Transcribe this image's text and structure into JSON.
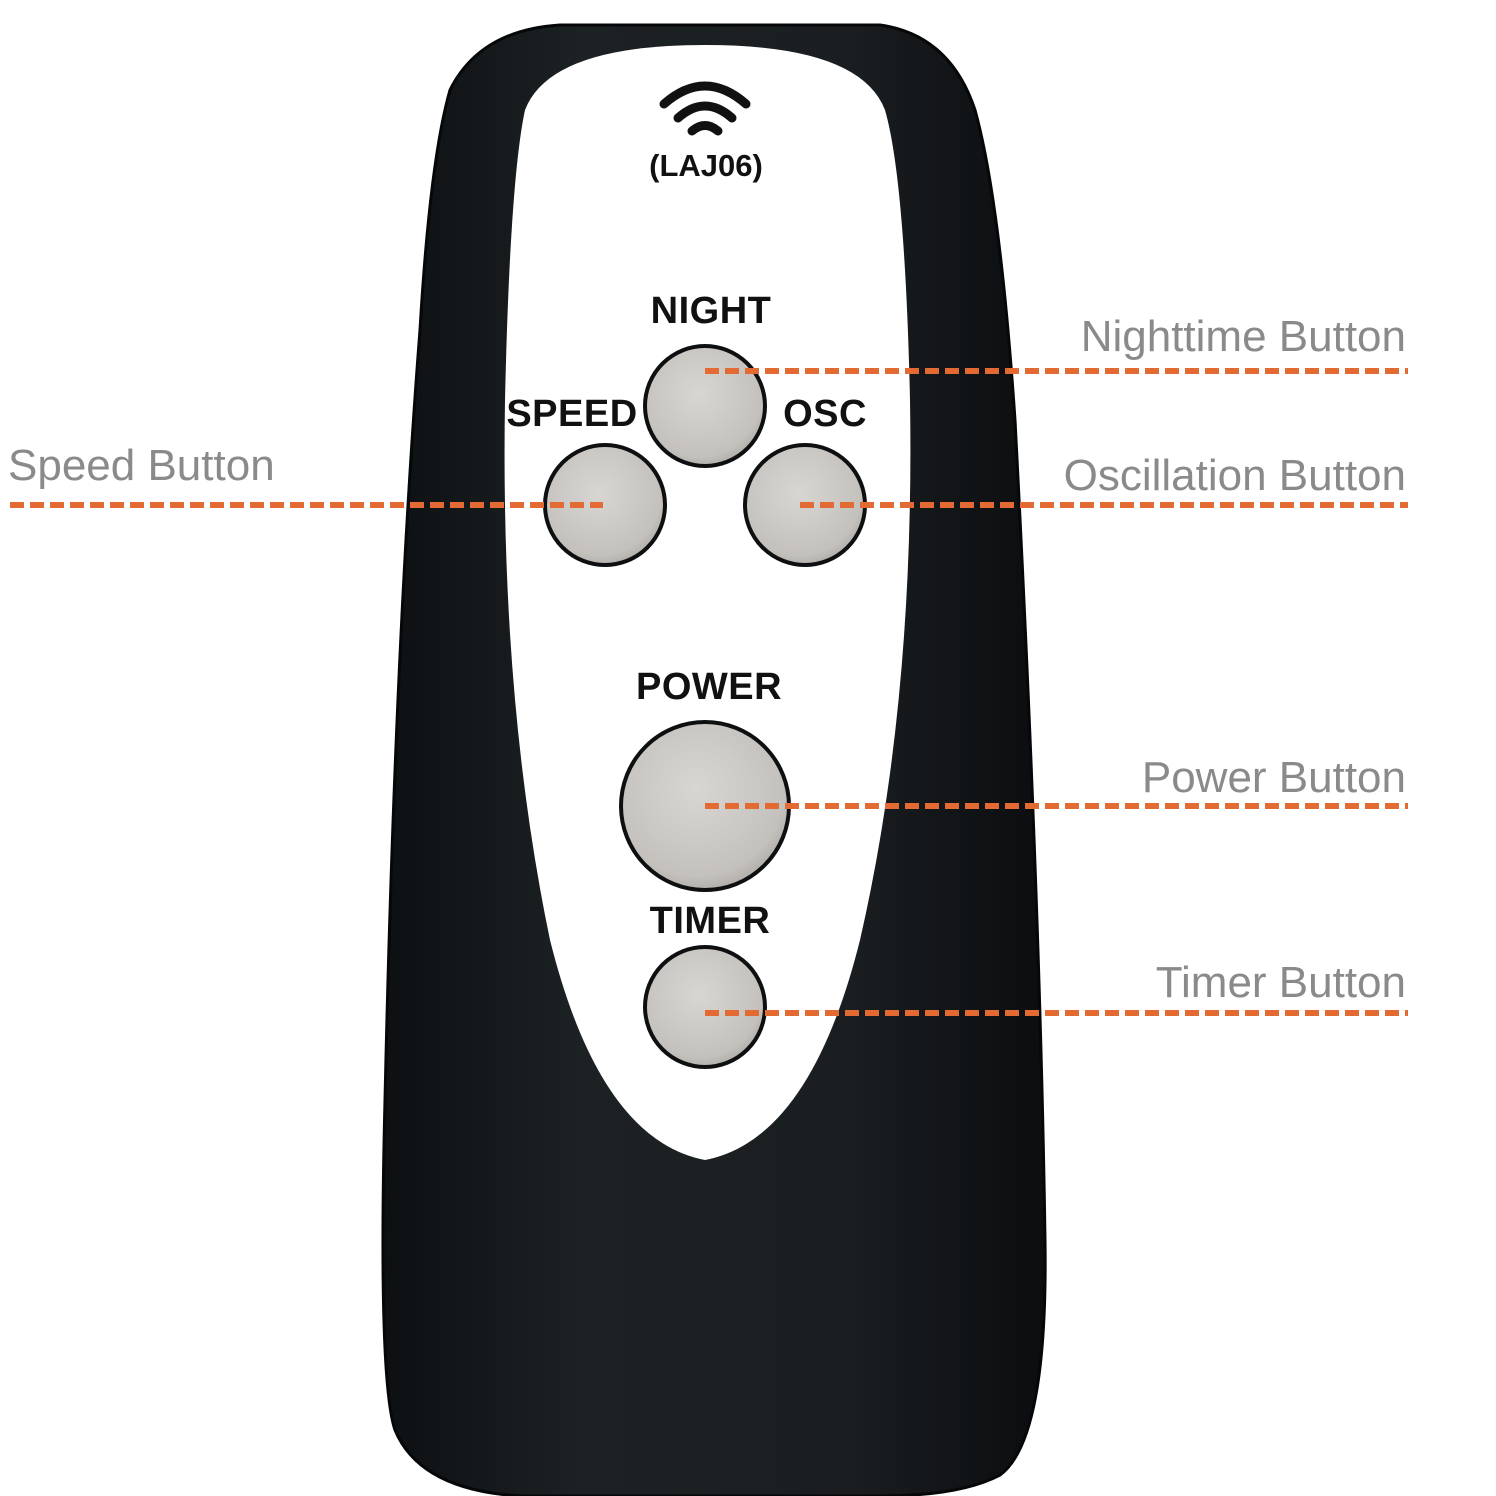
{
  "remote": {
    "model": "(LAJ06)",
    "signal_icon": "wireless-signal-icon",
    "keys": {
      "night": "NIGHT",
      "speed": "SPEED",
      "osc": "OSC",
      "power": "POWER",
      "timer": "TIMER"
    }
  },
  "callouts": {
    "nighttime": "Nighttime Button",
    "speed": "Speed Button",
    "oscillation": "Oscillation Button",
    "power": "Power Button",
    "timer": "Timer Button"
  },
  "colors": {
    "body": "#14181b",
    "face": "#ffffff",
    "button": "#c8c5c2",
    "leader": "#e46a34",
    "callout_text": "#8a8a8a"
  }
}
